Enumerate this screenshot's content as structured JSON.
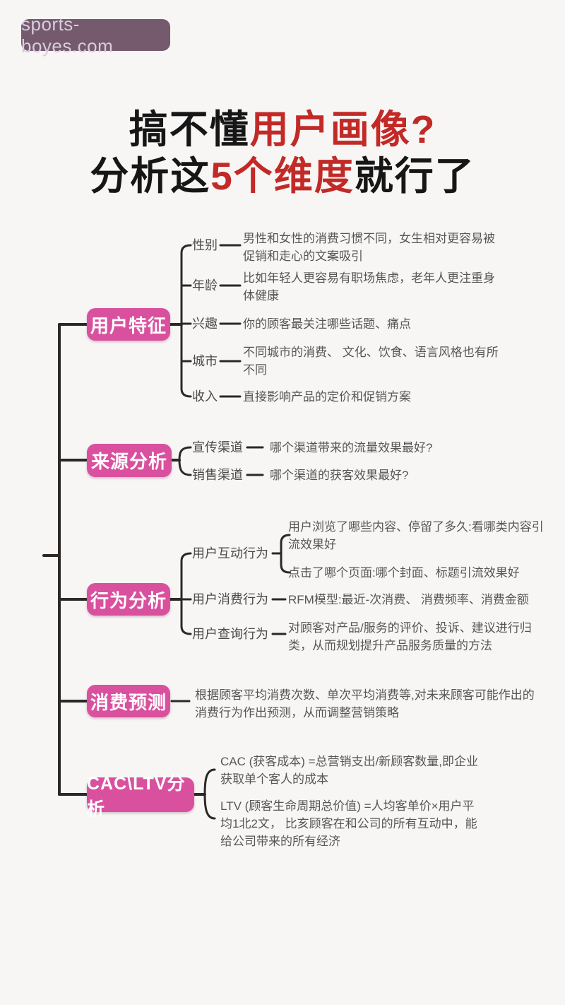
{
  "badge": {
    "label": "sports-boyes.com"
  },
  "title": {
    "line1": {
      "black": "搞不懂",
      "red": "用户画像?"
    },
    "line2": {
      "black1": "分析这",
      "red": "5个维度",
      "black2": "就行了"
    }
  },
  "colors": {
    "bg": "#f7f6f4",
    "badge_bg": "#755a6d",
    "badge_text": "#d6cce0",
    "title_black": "#161616",
    "title_red": "#c22a28",
    "node_pink": "#d9519e",
    "node_text": "#ffffff",
    "line": "#2b2826",
    "label_gray": "#4a4a4a",
    "desc_gray": "#565656"
  },
  "mindmap": {
    "branches": [
      {
        "label": "用户特征",
        "children": [
          {
            "label": "性别",
            "desc": "男性和女性的消费习惯不同，女生相对更容易被\n促销和走心的文案吸引"
          },
          {
            "label": "年龄",
            "desc": "比如年轻人更容易有职场焦虑，老年人更注重身\n体健康"
          },
          {
            "label": "兴趣",
            "desc": "你的顾客最关注哪些话题、痛点"
          },
          {
            "label": "城市",
            "desc": "不同城市的消费、 文化、饮食、语言风格也有所\n不同"
          },
          {
            "label": "收入",
            "desc": "直接影响产品的定价和促销方案"
          }
        ]
      },
      {
        "label": "来源分析",
        "children": [
          {
            "label": "宣传渠道",
            "desc": "哪个渠道带来的流量效果最好?"
          },
          {
            "label": "销售渠道",
            "desc": "哪个渠道的获客效果最好?"
          }
        ]
      },
      {
        "label": "行为分析",
        "children": [
          {
            "label": "用户互动行为",
            "leaves": [
              "用户浏览了哪些内容、停留了多久:看哪类内容引\n流效果好",
              "点击了哪个页面:哪个封面、标题引流效果好"
            ]
          },
          {
            "label": "用户消费行为",
            "desc": "RFM模型:最近-次消费、 消费频率、消费金额"
          },
          {
            "label": "用户查询行为",
            "desc": "对顾客对产品/服务的评价、投诉、建议进行归\n类，从而规划提升产品服务质量的方法"
          }
        ]
      },
      {
        "label": "消费预测",
        "desc": "根据顾客平均消费次数、单次平均消费等,对未来顾客可能作出的\n消费行为作出预测，从而调整营销策略"
      },
      {
        "label": "CAC\\LTV分析",
        "leaves": [
          "CAC (获客成本) =总营销支出/新顾客数量,即企业\n获取单个客人的成本",
          "LTV (顾客生命周期总价值) =人均客单价×用户平\n均1北2文， 比亥顾客在和公司的所有互动中，能\n给公司带来的所有经济"
        ]
      }
    ]
  }
}
